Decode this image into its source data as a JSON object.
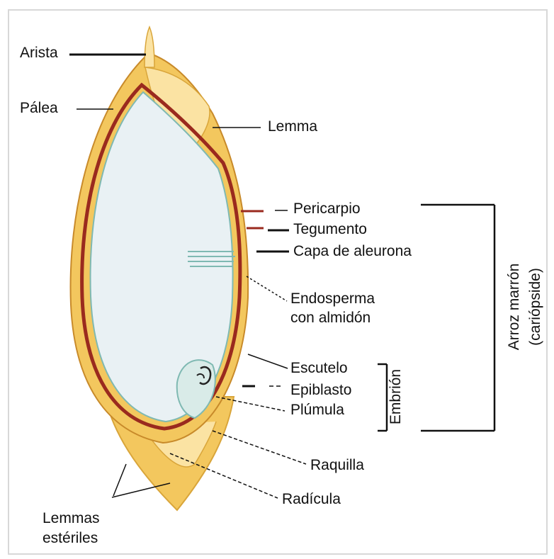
{
  "labels": {
    "arista": "Arista",
    "palea": "Pálea",
    "lemma": "Lemma",
    "pericarpio": "Pericarpio",
    "tegumento": "Tegumento",
    "capa_aleurona": "Capa de aleurona",
    "endosperma_1": "Endosperma",
    "endosperma_2": "con almidón",
    "escutelo": "Escutelo",
    "epiblasto": "Epiblasto",
    "plumula": "Plúmula",
    "raquilla": "Raquilla",
    "radicula": "Radícula",
    "lemmas_1": "Lemmas",
    "lemmas_2": "estériles",
    "embrion": "Embrión",
    "arroz_1": "Arroz marrón",
    "arroz_2": "(cariópside)"
  },
  "colors": {
    "hull": "#f3c75e",
    "hull_light": "#fbe3a3",
    "pericarp": "#9a2a1e",
    "endosperm": "#e9f1f4",
    "aleurone": "#7fb9b2",
    "line": "#111111"
  }
}
